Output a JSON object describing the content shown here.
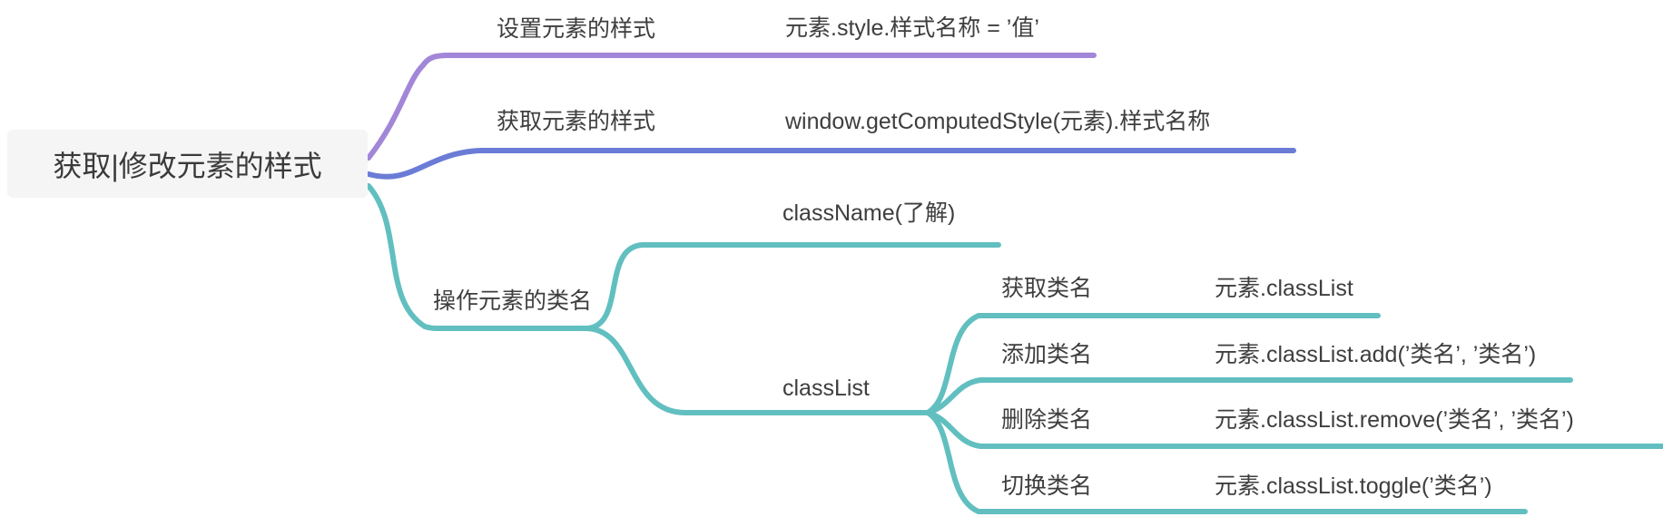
{
  "root": {
    "label": "获取|修改元素的样式"
  },
  "colors": {
    "purple": "#a287d8",
    "blue": "#6b7cd6",
    "teal": "#62bfc0",
    "root_bg": "#f5f5f6",
    "text": "#3e3e3e"
  },
  "branches": {
    "set_style": {
      "label": "设置元素的样式",
      "value": "元素.style.样式名称 = ’值’"
    },
    "get_style": {
      "label": "获取元素的样式",
      "value": "window.getComputedStyle(元素).样式名称"
    },
    "class_ops": {
      "label": "操作元素的类名",
      "children": {
        "class_name": {
          "label": "className(了解)"
        },
        "class_list": {
          "label": "classList",
          "children": [
            {
              "label": "获取类名",
              "value": "元素.classList"
            },
            {
              "label": "添加类名",
              "value": "元素.classList.add(’类名’, ’类名’)"
            },
            {
              "label": "删除类名",
              "value": "元素.classList.remove(’类名’, ’类名’)"
            },
            {
              "label": "切换类名",
              "value": "元素.classList.toggle(’类名’)"
            }
          ]
        }
      }
    }
  }
}
